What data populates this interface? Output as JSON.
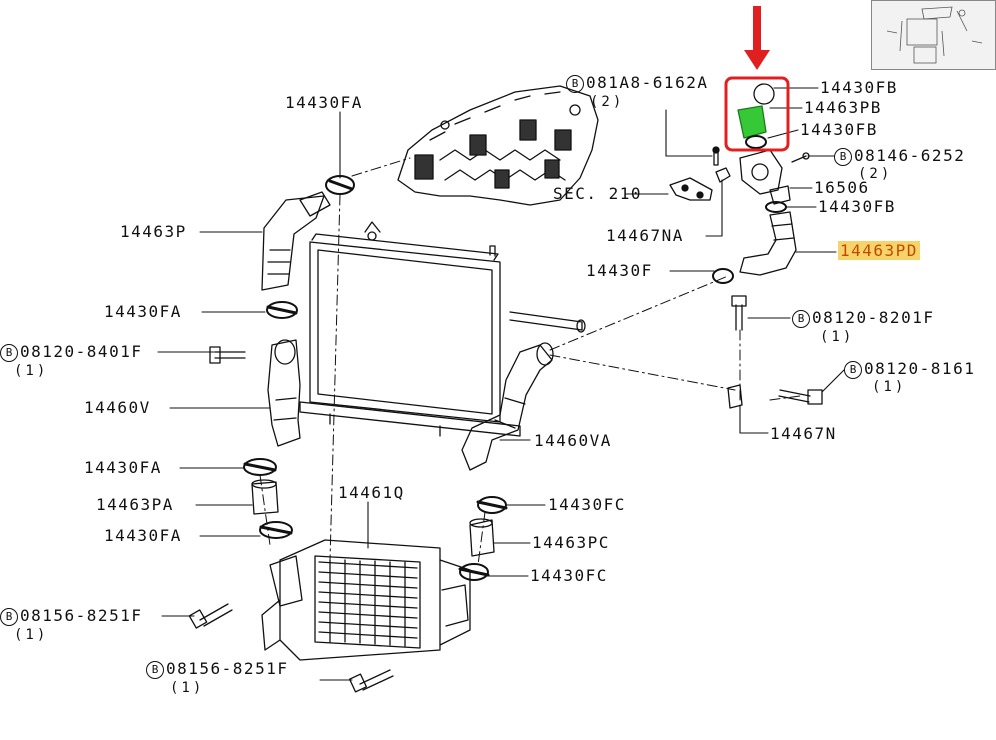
{
  "colors": {
    "line": "#111111",
    "highlight_box": "#e02020",
    "arrow": "#e02020",
    "part_fill": "#37c837",
    "label_highlight_bg": "#f6d46b",
    "label_highlight_text": "#c24a00"
  },
  "parts": {
    "p_14430FA_top": "14430FA",
    "p_14463P": "14463P",
    "p_14430FA_mid": "14430FA",
    "p_08120_8401F": "08120-8401F",
    "p_08120_8401F_qty": "(1)",
    "p_14460V": "14460V",
    "p_14430FA_low": "14430FA",
    "p_14463PA": "14463PA",
    "p_14430FA_bot": "14430FA",
    "p_08156_8251F_left": "08156-8251F",
    "p_08156_8251F_left_qty": "(1)",
    "p_08156_8251F_bot": "08156-8251F",
    "p_08156_8251F_bot_qty": "(1)",
    "p_14461Q": "14461Q",
    "p_14460VA": "14460VA",
    "p_14430FC_top": "14430FC",
    "p_14463PC": "14463PC",
    "p_14430FC_bot": "14430FC",
    "p_081A8_6162A": "081A8-6162A",
    "p_081A8_6162A_qty": "(2)",
    "p_sec210": "SEC. 210",
    "p_14467NA": "14467NA",
    "p_14430F": "14430F",
    "p_14430FB_top": "14430FB",
    "p_14463PB": "14463PB",
    "p_14430FB_mid": "14430FB",
    "p_08146_6252": "08146-6252",
    "p_08146_6252_qty": "(2)",
    "p_16506": "16506",
    "p_14430FB_low": "14430FB",
    "p_14463PD": "14463PD",
    "p_08120_8201F": "08120-8201F",
    "p_08120_8201F_qty": "(1)",
    "p_08120_8161": "08120-8161",
    "p_08120_8161_qty": "(1)",
    "p_14467N": "14467N"
  },
  "bolt_mark": "B",
  "icons": {
    "pointer": "down-arrow-icon",
    "thumbnail": "overview-thumbnail"
  }
}
